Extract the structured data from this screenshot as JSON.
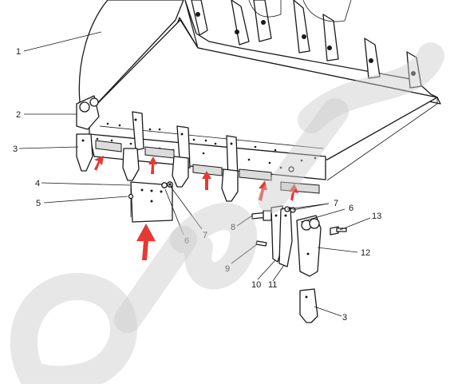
{
  "diagram": {
    "part_labels": [
      {
        "id": "label-1",
        "text": "1"
      },
      {
        "id": "label-2",
        "text": "2"
      },
      {
        "id": "label-3-top",
        "text": "3"
      },
      {
        "id": "label-4",
        "text": "4"
      },
      {
        "id": "label-5",
        "text": "5"
      },
      {
        "id": "label-6-left",
        "text": "6"
      },
      {
        "id": "label-7-left",
        "text": "7"
      },
      {
        "id": "label-7-right",
        "text": "7"
      },
      {
        "id": "label-6-right",
        "text": "6"
      },
      {
        "id": "label-8",
        "text": "8"
      },
      {
        "id": "label-9",
        "text": "9"
      },
      {
        "id": "label-10",
        "text": "10"
      },
      {
        "id": "label-11",
        "text": "11"
      },
      {
        "id": "label-12",
        "text": "12"
      },
      {
        "id": "label-13",
        "text": "13"
      },
      {
        "id": "label-3-bottom",
        "text": "3"
      }
    ],
    "colors": {
      "line": "#1a1a1a",
      "arrow": "#e53935",
      "watermark": "#c9c9c9",
      "background": "#ffffff"
    }
  }
}
